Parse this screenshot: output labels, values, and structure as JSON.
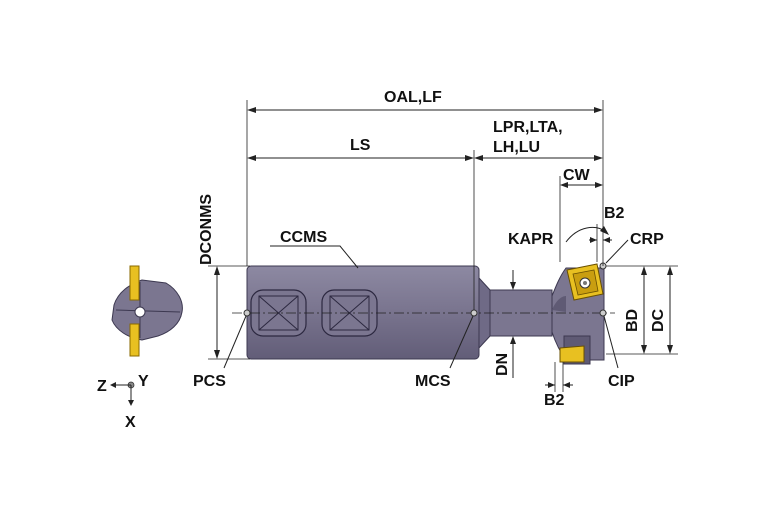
{
  "labels": {
    "oal_lf": "OAL,LF",
    "ls": "LS",
    "lpr_lta": "LPR,LTA,",
    "lh_lu": "LH,LU",
    "cw": "CW",
    "dconms": "DCONMS",
    "ccms": "CCMS",
    "kapr": "KAPR",
    "b2_top": "B2",
    "crp": "CRP",
    "bd": "BD",
    "dc": "DC",
    "pcs": "PCS",
    "mcs": "MCS",
    "dn": "DN",
    "b2_bottom": "B2",
    "cip": "CIP",
    "axis_z": "Z",
    "axis_y": "Y",
    "axis_x": "X"
  },
  "colors": {
    "body": "#7b7690",
    "body_dark": "#5f5a74",
    "body_light": "#9b97ae",
    "insert": "#e8c021",
    "insert_dark": "#b8900f",
    "line": "#222222"
  }
}
